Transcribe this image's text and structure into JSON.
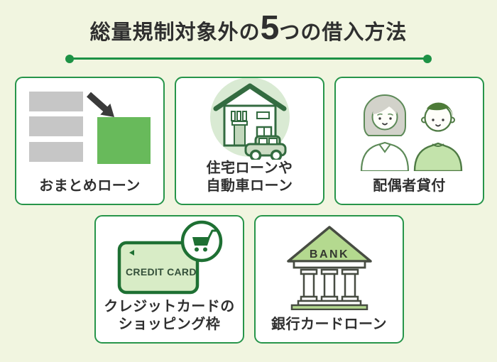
{
  "header": {
    "title_prefix": "総量規制対象外の",
    "title_number": "5",
    "title_suffix": "つの借入方法"
  },
  "cards": [
    {
      "label": "おまとめローン",
      "icon": "consolidation-loan-icon"
    },
    {
      "label": "住宅ローンや\n自動車ローン",
      "icon": "house-car-icon"
    },
    {
      "label": "配偶者貸付",
      "icon": "married-couple-icon"
    },
    {
      "label": "クレジットカードの\nショッピング枠",
      "icon": "credit-card-shopping-icon",
      "card_text": "CREDIT CARD"
    },
    {
      "label": "銀行カードローン",
      "icon": "bank-icon",
      "building_text": "BANK"
    }
  ],
  "colors": {
    "background": "#f1f5e0",
    "card_border": "#27954a",
    "title_underline": "#1d9245",
    "text": "#2f2f2f",
    "green_square": "#68ba5b",
    "gray_bar": "#c6c6c6",
    "pale_green_circle": "#d9ead3",
    "light_green_fill": "#d8ecc6",
    "dark_green": "#1e7033",
    "bank_roof_green": "#b4d98f"
  }
}
